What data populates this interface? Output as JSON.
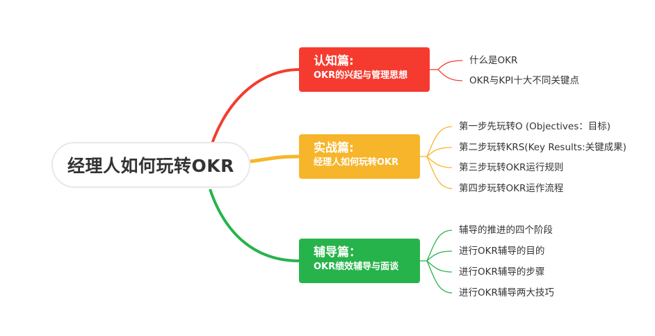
{
  "root": {
    "label": "经理人如何玩转OKR"
  },
  "colors": {
    "red": "#f53b2f",
    "yellow": "#f7b52b",
    "green": "#27b34b",
    "root_border": "#e8e8e8",
    "text": "#333333"
  },
  "branches": [
    {
      "title": "认知篇:",
      "subtitle": "OKR的兴起与管理思想",
      "color": "#f53b2f",
      "children": [
        "什么是OKR",
        "OKR与KPI十大不同关键点"
      ]
    },
    {
      "title": "实战篇:",
      "subtitle": "经理人如何玩转OKR",
      "color": "#f7b52b",
      "children": [
        "第一步先玩转O (Objectives：目标)",
        "第二步玩转KRS(Key Results:关键成果)",
        "第三步玩转OKR运行规则",
        "第四步玩转OKR运作流程"
      ]
    },
    {
      "title": "辅导篇：",
      "subtitle": "OKR绩效辅导与面谈",
      "color": "#27b34b",
      "children": [
        "辅导的推进的四个阶段",
        "进行OKR辅导的目的",
        "进行OKR辅导的步骤",
        "进行OKR辅导两大技巧"
      ]
    }
  ]
}
